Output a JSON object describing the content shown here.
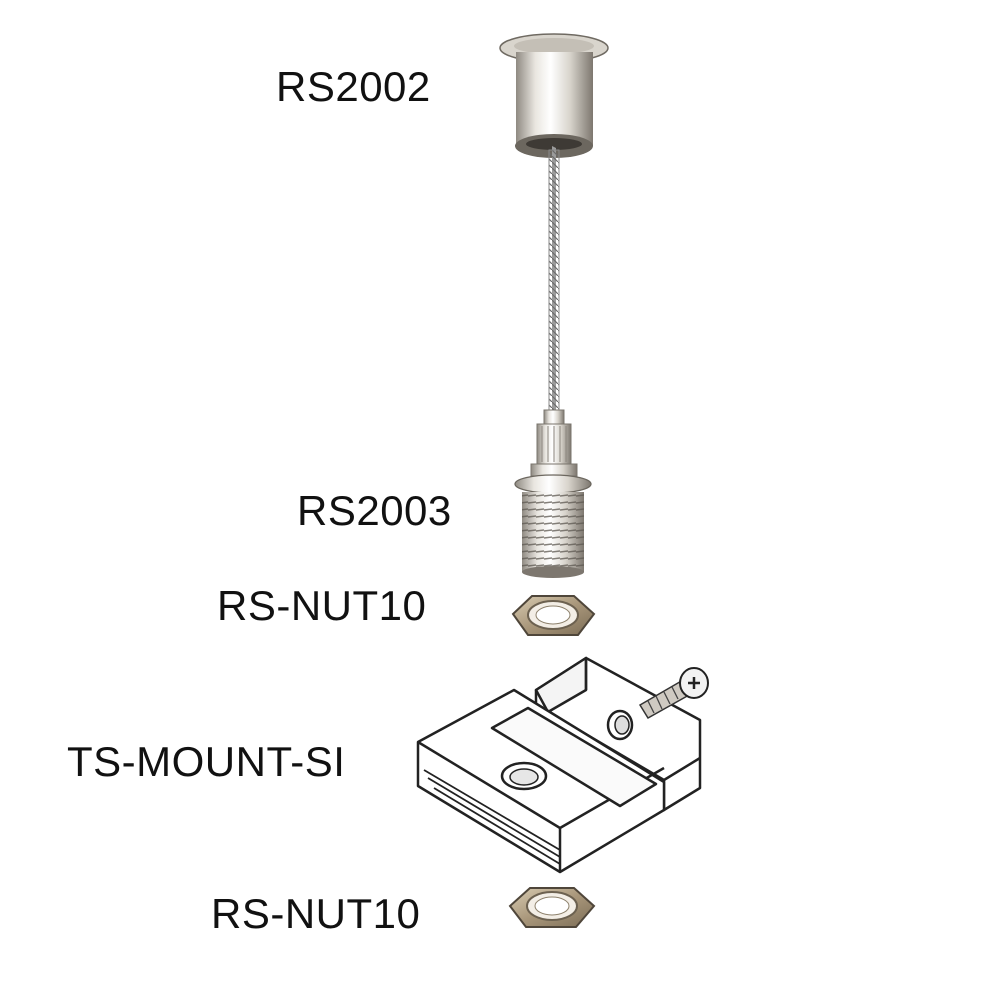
{
  "diagram": {
    "parts": [
      {
        "id": "rs2002",
        "label": "RS2002",
        "icon": "ceiling-canopy-icon"
      },
      {
        "id": "rs2003",
        "label": "RS2003",
        "icon": "cable-gripper-icon"
      },
      {
        "id": "rs-nut10-upper",
        "label": "RS-NUT10",
        "icon": "hex-nut-icon"
      },
      {
        "id": "ts-mount-si",
        "label": "TS-MOUNT-SI",
        "icon": "track-mount-bracket-icon"
      },
      {
        "id": "rs-nut10-lower",
        "label": "RS-NUT10",
        "icon": "hex-nut-icon"
      }
    ],
    "colors": {
      "metal_light": "#f2f0ec",
      "metal_dark": "#8a857e",
      "outline": "#222222",
      "brass_nut": "#b9a88a",
      "label_text": "#111111"
    }
  }
}
